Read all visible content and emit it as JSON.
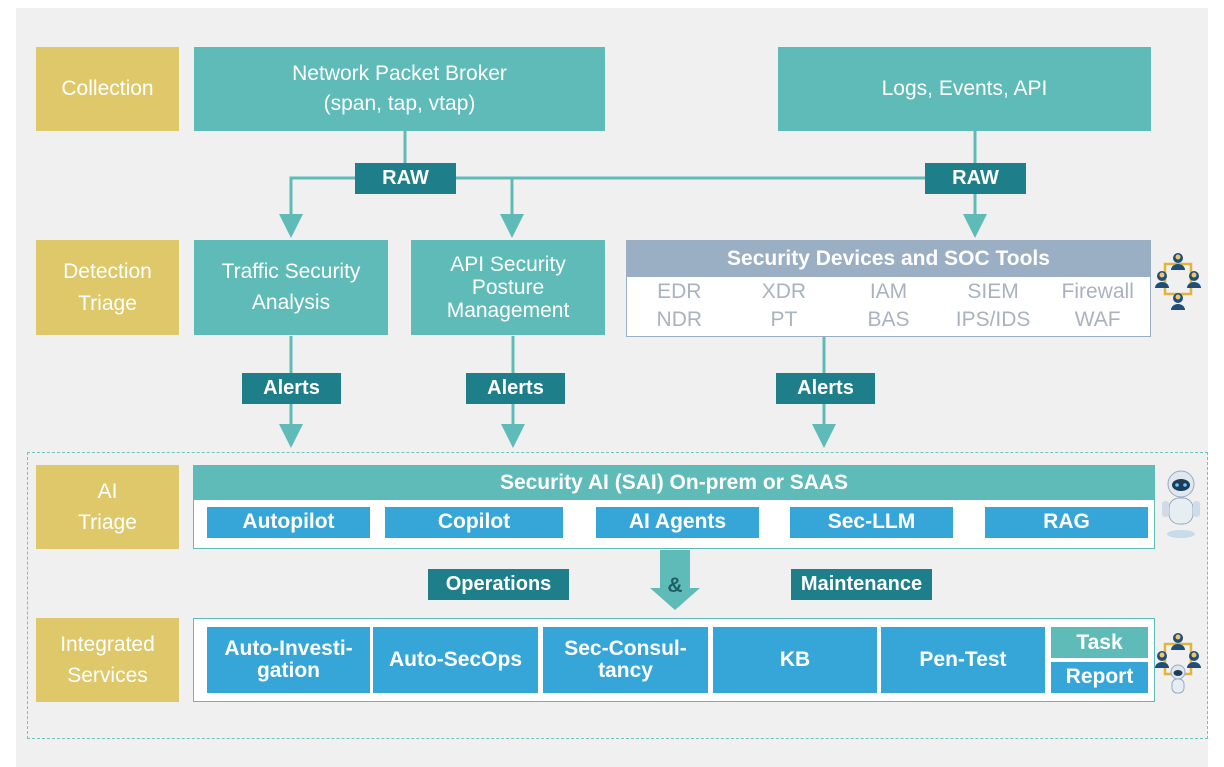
{
  "rows": {
    "collection": "Collection",
    "detection": "Detection\nTriage",
    "ai": "AI\nTriage",
    "integrated": "Integrated\nServices"
  },
  "collection": {
    "npb_line1": "Network Packet Broker",
    "npb_line2": "(span, tap, vtap)",
    "logs": "Logs, Events, API",
    "raw_left": "RAW",
    "raw_right": "RAW"
  },
  "detection": {
    "traffic_line1": "Traffic Security",
    "traffic_line2": "Analysis",
    "api_line1": "API Security",
    "api_line2": "Posture",
    "api_line3": "Management",
    "soc_title": "Security Devices and SOC Tools",
    "soc_tools": [
      "EDR",
      "XDR",
      "IAM",
      "SIEM",
      "Firewall",
      "NDR",
      "PT",
      "BAS",
      "IPS/IDS",
      "WAF"
    ],
    "alerts": [
      "Alerts",
      "Alerts",
      "Alerts"
    ]
  },
  "ai": {
    "title": "Security AI (SAI) On-prem or SAAS",
    "modules": [
      "Autopilot",
      "Copilot",
      "AI Agents",
      "Sec-LLM",
      "RAG"
    ],
    "operations": "Operations",
    "ampersand": "&",
    "maintenance": "Maintenance"
  },
  "services": {
    "items": [
      "Auto-Investi-\ngation",
      "Auto-SecOps",
      "Sec-Consul-\ntancy",
      "KB",
      "Pen-Test"
    ],
    "task": "Task",
    "report": "Report"
  },
  "colors": {
    "label": "#dfc86a",
    "teal": "#5fbbb8",
    "dark_teal": "#1e7f8b",
    "blue": "#36a6d8",
    "soc_header": "#9aafc3",
    "background": "#f0f0f0"
  },
  "icons": [
    "team-icon",
    "robot-icon",
    "team-robot-icon"
  ]
}
